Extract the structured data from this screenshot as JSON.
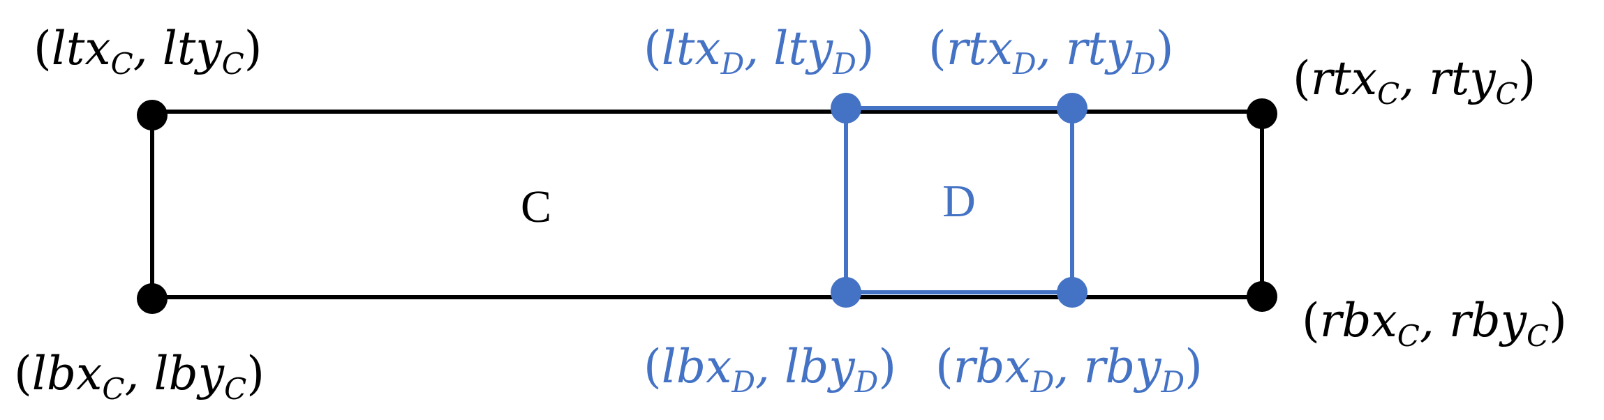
{
  "colors": {
    "outer": "#000000",
    "inner": "#4472C4",
    "background": "#ffffff"
  },
  "outer_box": {
    "letter": "C",
    "corners": {
      "left_top": {
        "p1": "ltx",
        "p2": "lty",
        "sub": "C"
      },
      "right_top": {
        "p1": "rtx",
        "p2": "rty",
        "sub": "C"
      },
      "left_bottom": {
        "p1": "lbx",
        "p2": "lby",
        "sub": "C"
      },
      "right_bottom": {
        "p1": "rbx",
        "p2": "rby",
        "sub": "C"
      }
    }
  },
  "inner_box": {
    "letter": "D",
    "corners": {
      "left_top": {
        "p1": "ltx",
        "p2": "lty",
        "sub": "D"
      },
      "right_top": {
        "p1": "rtx",
        "p2": "rty",
        "sub": "D"
      },
      "left_bottom": {
        "p1": "lbx",
        "p2": "lby",
        "sub": "D"
      },
      "right_bottom": {
        "p1": "rbx",
        "p2": "rby",
        "sub": "D"
      }
    }
  }
}
